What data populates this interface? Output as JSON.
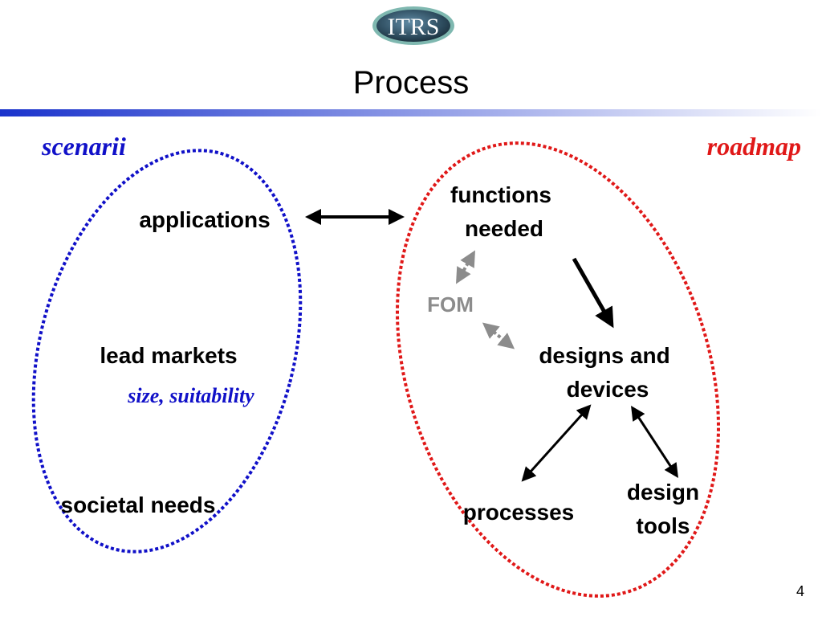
{
  "slide": {
    "logo_text": "ITRS",
    "title": "Process",
    "page_number": "4"
  },
  "groups": {
    "scenarii": {
      "label": "scenarii",
      "color": "#1010c8"
    },
    "roadmap": {
      "label": "roadmap",
      "color": "#e01818"
    }
  },
  "nodes": {
    "applications": "applications",
    "lead_markets": "lead markets",
    "lead_markets_sub": "size, suitability",
    "societal_needs": "societal needs",
    "functions_needed": [
      "functions",
      "needed"
    ],
    "fom": "FOM",
    "designs_and_devices": [
      "designs and",
      "devices"
    ],
    "processes": "processes",
    "design_tools": [
      "design",
      "tools"
    ]
  },
  "colors": {
    "title_bar_start": "#1a33cc",
    "title_bar_end": "#ffffff",
    "fom_gray": "#8c8c8c",
    "sub_label_blue": "#1010c8"
  }
}
